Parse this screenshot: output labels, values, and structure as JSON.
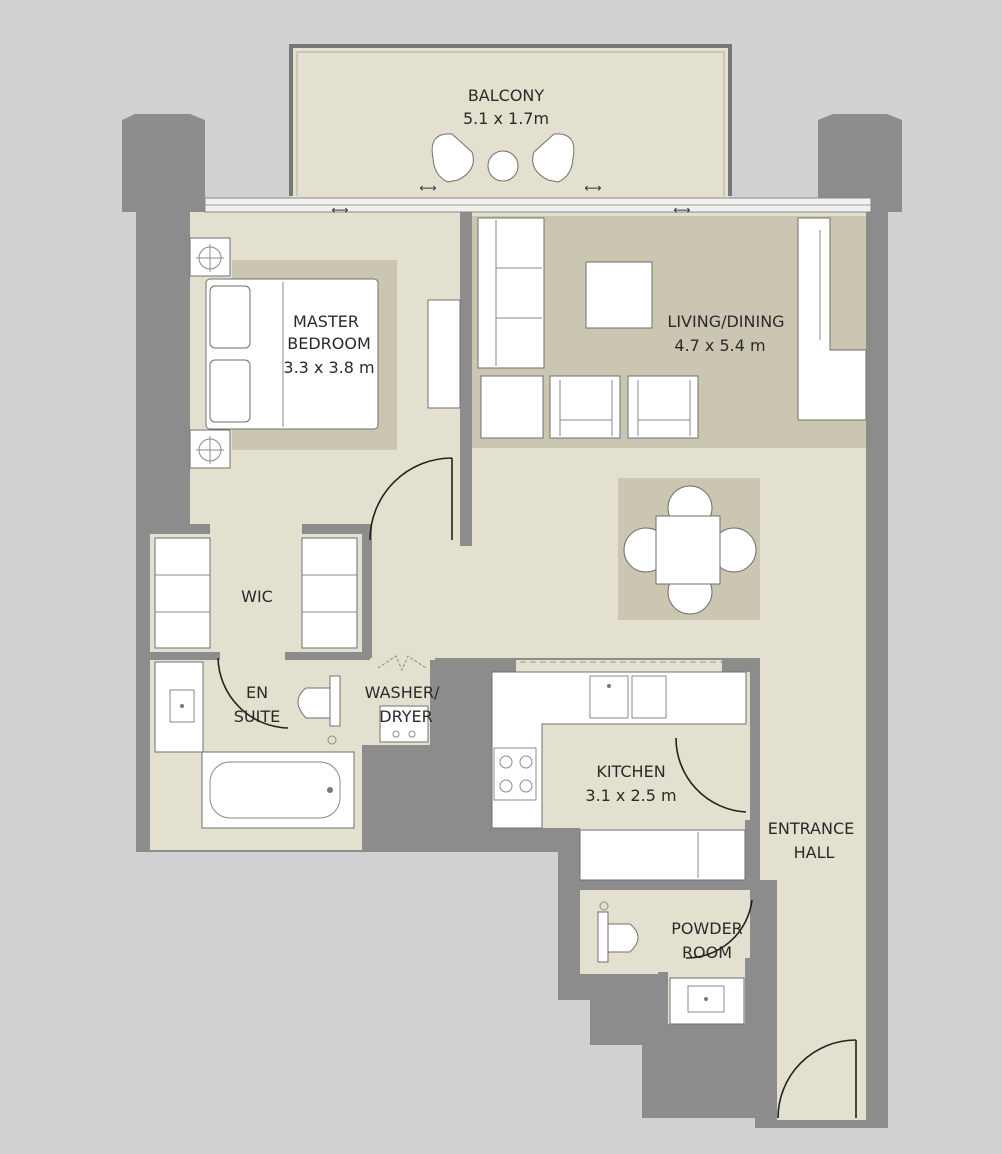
{
  "colors": {
    "background": "#cfd1d3",
    "wall": "#8c8c8c",
    "floor": "#e4e0cf",
    "rug": "#cbc6b2",
    "furniture": "#ffffff"
  },
  "rooms": {
    "balcony": {
      "name": "BALCONY",
      "size": "5.1 x 1.7m"
    },
    "master_bedroom": {
      "name_line1": "MASTER",
      "name_line2": "BEDROOM",
      "size": "3.3 x 3.8 m"
    },
    "living_dining": {
      "name": "LIVING/DINING",
      "size": "4.7 x 5.4 m"
    },
    "wic": {
      "name": "WIC"
    },
    "en_suite": {
      "name_line1": "EN",
      "name_line2": "SUITE"
    },
    "washer_dryer": {
      "name_line1": "WASHER/",
      "name_line2": "DRYER"
    },
    "kitchen": {
      "name": "KITCHEN",
      "size": "3.1 x 2.5 m"
    },
    "entrance_hall": {
      "name_line1": "ENTRANCE",
      "name_line2": "HALL"
    },
    "powder_room": {
      "name_line1": "POWDER",
      "name_line2": "ROOM"
    }
  },
  "icons": {
    "sliding_arrow": "double-arrow-icon",
    "toilet": "toilet-icon",
    "sink": "sink-icon",
    "stove": "stove-icon",
    "bathtub": "bathtub-icon"
  }
}
